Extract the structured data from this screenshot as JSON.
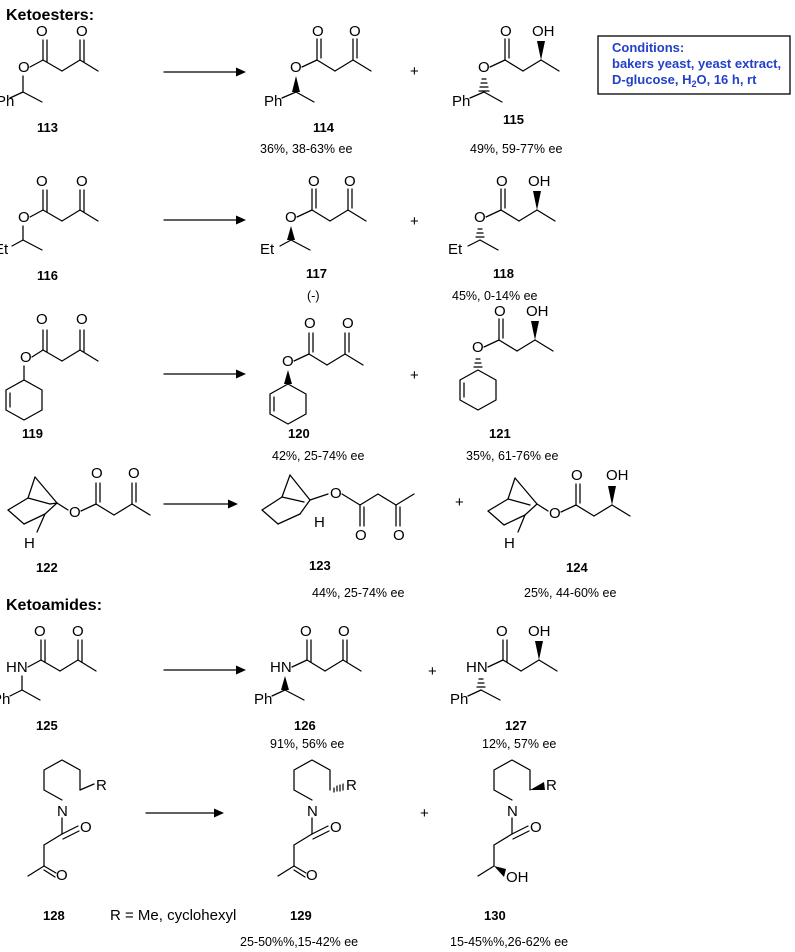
{
  "headings": {
    "ketoesters": "Ketoesters:",
    "ketoamides": "Ketoamides:"
  },
  "conditions": {
    "title": "Conditions:",
    "line1": "bakers yeast, yeast extract,",
    "line2_pre": "D-glucose, H",
    "line2_sub": "2",
    "line2_post": "O, 16 h, rt"
  },
  "atoms": {
    "O": "O",
    "OH": "OH",
    "Ph": "Ph",
    "Et": "Et",
    "H": "H",
    "HN": "HN",
    "N": "N",
    "R": "R"
  },
  "plus": "+",
  "rows": [
    {
      "sm": "113",
      "p1": "114",
      "p2": "115",
      "y1": "36%, 38-63% ee",
      "y2": "49%, 59-77% ee"
    },
    {
      "sm": "116",
      "p1": "117",
      "p2": "118",
      "y1": "(-)",
      "y2": "45%, 0-14% ee"
    },
    {
      "sm": "119",
      "p1": "120",
      "p2": "121",
      "y1": "42%, 25-74% ee",
      "y2": "35%, 61-76% ee"
    },
    {
      "sm": "122",
      "p1": "123",
      "p2": "124",
      "y1": "44%, 25-74% ee",
      "y2": "25%, 44-60% ee"
    },
    {
      "sm": "125",
      "p1": "126",
      "p2": "127",
      "y1": "91%, 56% ee",
      "y2": "12%, 57% ee"
    },
    {
      "sm": "128",
      "p1": "129",
      "p2": "130",
      "y1": "25-50%%,15-42% ee",
      "y2": "15-45%%,26-62% ee"
    }
  ],
  "r_definition": "R = Me, cyclohexyl"
}
